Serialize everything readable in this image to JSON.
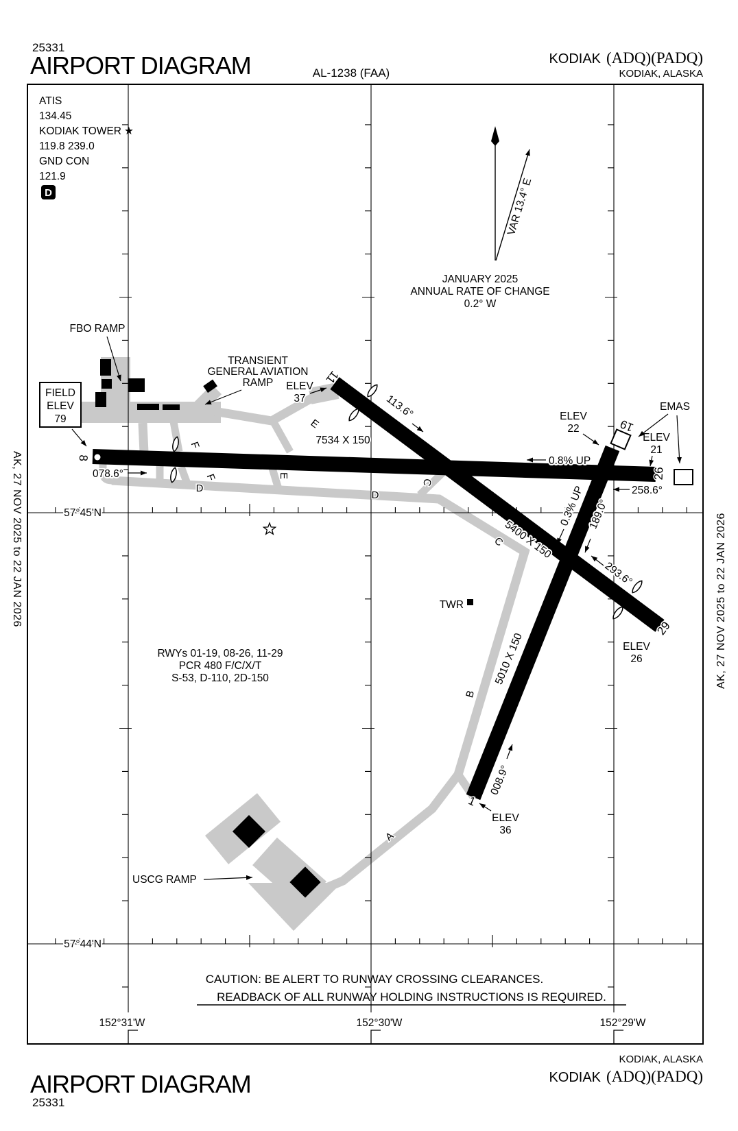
{
  "header": {
    "chart_num": "25331",
    "title": "AIRPORT DIAGRAM",
    "procedure_id": "AL-1238 (FAA)",
    "airport": "KODIAK",
    "codes": "(ADQ)(PADQ)",
    "city": "KODIAK, ALASKA"
  },
  "footer": {
    "chart_num": "25331",
    "title": "AIRPORT DIAGRAM",
    "airport": "KODIAK",
    "codes": "(ADQ)(PADQ)",
    "city": "KODIAK, ALASKA"
  },
  "margins": {
    "left": "AK,  27 NOV 2025  to  22 JAN 2026",
    "right": "AK,  27 NOV 2025  to  22 JAN 2026"
  },
  "comm": {
    "atis": "ATIS",
    "atis_freq": "134.45",
    "tower": "KODIAK TOWER",
    "tower_star": "★",
    "tower_freq": "119.8  239.0",
    "gnd": "GND CON",
    "gnd_freq": "121.9",
    "clnc_symbol": "D"
  },
  "compass": {
    "var_label": "VAR 13.4° E",
    "line1": "JANUARY 2025",
    "line2": "ANNUAL RATE OF CHANGE",
    "line3": "0.2° W"
  },
  "field_elev": {
    "l1": "FIELD",
    "l2": "ELEV",
    "l3": "79"
  },
  "labels": {
    "fbo_ramp": "FBO RAMP",
    "transient_l1": "TRANSIENT",
    "transient_l2": "GENERAL AVIATION",
    "transient_l3": "RAMP",
    "uscg_ramp": "USCG RAMP",
    "emas": "EMAS",
    "twr": "TWR"
  },
  "runways": {
    "r08_26": {
      "low_num": "8",
      "high_num": "26",
      "dim": "7534 X 150",
      "low_hdg": "078.6°",
      "high_hdg": "258.6°",
      "slope": "0.8% UP"
    },
    "r11_29": {
      "low_num": "11",
      "high_num": "29",
      "dim": "5400 X 150",
      "low_hdg": "113.6°",
      "high_hdg": "293.6°"
    },
    "r01_19": {
      "low_num": "1",
      "high_num": "19",
      "dim": "5010 X 150",
      "low_hdg": "008.9°",
      "high_hdg": "189.0°",
      "slope": "0.3% UP"
    }
  },
  "elevations": {
    "elev_label": "ELEV",
    "rwy11": "37",
    "rwy19": "22",
    "rwy26": "21",
    "rwy29": "26",
    "rwy01": "36"
  },
  "taxiway_labels": {
    "a": "A",
    "b": "B",
    "c1": "C",
    "c2": "C",
    "d1": "D",
    "d2": "D",
    "e1": "E",
    "e2": "E",
    "f1": "F",
    "f2": "F"
  },
  "remarks": {
    "rwy_line1": "RWYs 01-19, 08-26, 11-29",
    "rwy_line2": "PCR 480 F/C/X/T",
    "rwy_line3": "S-53, D-110, 2D-150"
  },
  "caution": {
    "line1": "CAUTION: BE ALERT TO RUNWAY CROSSING CLEARANCES.",
    "line2": "READBACK OF ALL RUNWAY HOLDING INSTRUCTIONS IS REQUIRED."
  },
  "graticule": {
    "lat1": "57°45'N",
    "lat2": "57°44'N",
    "lon1": "152°31'W",
    "lon2": "152°30'W",
    "lon3": "152°29'W"
  },
  "colors": {
    "taxiway": "#c9c9c9",
    "ink": "#000000"
  }
}
